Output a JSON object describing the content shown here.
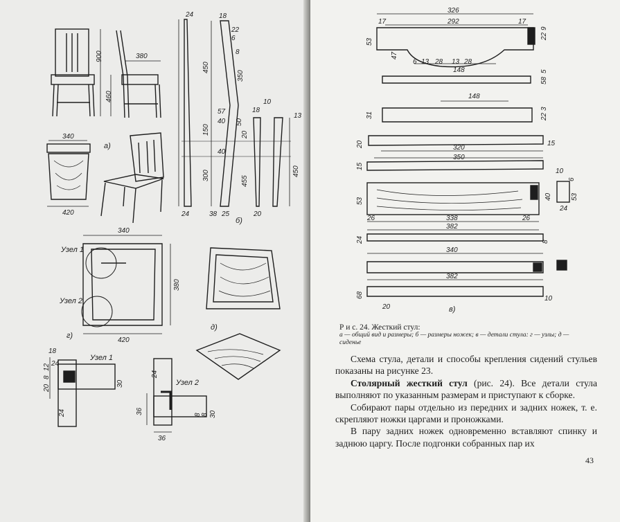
{
  "book": {
    "page_number": "43",
    "figure": {
      "title": "Р и с. 24. Жесткий стул:",
      "legend": "а — общий вид и размеры; б — размеры ножек; в — детали стула: г — узлы; д — сиденье",
      "view_labels": [
        "а)",
        "б)",
        "в)",
        "г)",
        "д)"
      ],
      "node_labels": [
        "Узел 1",
        "Узел 2"
      ]
    },
    "paragraphs": [
      {
        "lead": "",
        "text": "Схема стула, детали и способы крепления сидений стульев показаны на рисунке 23."
      },
      {
        "lead": "Столярный жесткий стул",
        "text": " (рис. 24). Все детали стула выполняют по указанным размерам и приступают к сборке."
      },
      {
        "lead": "",
        "text": "Собирают пары отдельно из передних и задних ножек, т. е. скрепляют ножки царгами и проножками."
      },
      {
        "lead": "",
        "text": "В пару задних ножек одновременно вставляют спинку и заднюю царгу. После подгонки собранных пар их"
      }
    ],
    "dimensions": {
      "chair_side": [
        "900",
        "460",
        "380"
      ],
      "chair_seat": [
        "340",
        "420"
      ],
      "legs_b": [
        "24",
        "18",
        "22",
        "6",
        "8",
        "450",
        "350",
        "57",
        "40",
        "150",
        "40",
        "20",
        "50",
        "10",
        "300",
        "455",
        "24",
        "38",
        "25",
        "13",
        "18",
        "20",
        "450"
      ],
      "frame_g": [
        "340",
        "380",
        "420"
      ],
      "uzel1": [
        "18",
        "24",
        "20",
        "8",
        "12",
        "30",
        "24"
      ],
      "uzel2": [
        "24",
        "36",
        "36",
        "8",
        "8",
        "30"
      ],
      "parts_v": [
        "326",
        "17",
        "292",
        "17",
        "53",
        "47",
        "6",
        "13",
        "28",
        "13",
        "28",
        "148",
        "22",
        "9",
        "58",
        "5",
        "148",
        "31",
        "22",
        "3",
        "20",
        "320",
        "15",
        "350",
        "15",
        "53",
        "338",
        "26",
        "382",
        "26",
        "40",
        "10",
        "6",
        "53",
        "24",
        "24",
        "8",
        "340",
        "382",
        "68",
        "10",
        "20"
      ]
    }
  }
}
